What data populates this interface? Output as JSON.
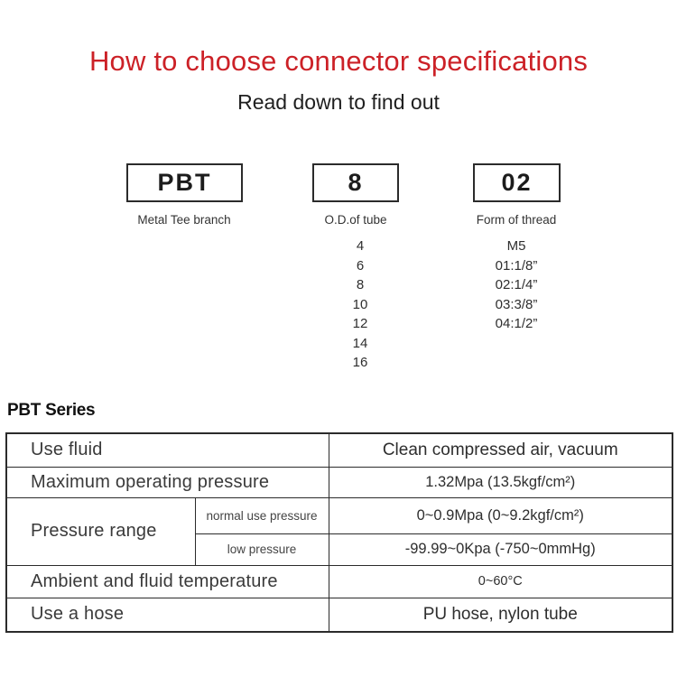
{
  "page": {
    "title": "How to choose connector specifications",
    "subtitle": "Read down to find out"
  },
  "spec_boxes": [
    {
      "code": "PBT",
      "label": "Metal Tee branch"
    },
    {
      "code": "8",
      "label": "O.D.of tube"
    },
    {
      "code": "02",
      "label": "Form of thread"
    }
  ],
  "od_options": [
    "4",
    "6",
    "8",
    "10",
    "12",
    "14",
    "16"
  ],
  "thread_options": [
    "M5",
    "01:1/8”",
    "02:1/4”",
    "03:3/8”",
    "04:1/2”"
  ],
  "series_heading": "PBT Series",
  "spec_table": {
    "rows": {
      "use_fluid": {
        "label": "Use fluid",
        "value": "Clean compressed air, vacuum"
      },
      "max_pressure": {
        "label": "Maximum operating pressure",
        "value": "1.32Mpa  (13.5kgf/cm²)"
      },
      "pressure_range": {
        "label": "Pressure range",
        "normal": {
          "label": "normal use pressure",
          "value": "0~0.9Mpa  (0~9.2kgf/cm²)"
        },
        "low": {
          "label": "low pressure",
          "value": "-99.99~0Kpa  (-750~0mmHg)"
        }
      },
      "temperature": {
        "label": "Ambient and fluid temperature",
        "value": "0~60°C"
      },
      "hose": {
        "label": "Use a hose",
        "value": "PU hose, nylon tube"
      }
    }
  },
  "colors": {
    "title_red": "#cc2127",
    "row_beige": "#f5eddd",
    "border_dark": "#2b2b2b"
  }
}
